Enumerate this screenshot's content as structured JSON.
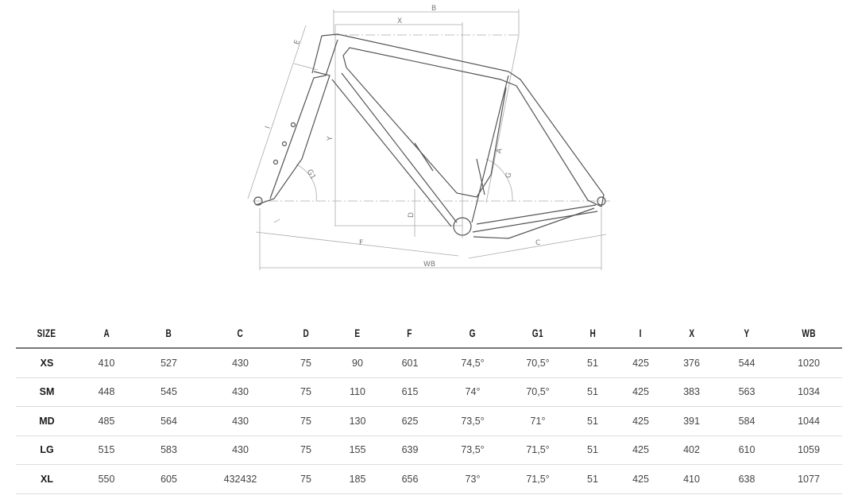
{
  "diagram": {
    "labels": {
      "B": "B",
      "X": "X",
      "E": "E",
      "I": "I",
      "Y": "Y",
      "G1": "G1",
      "G": "G",
      "A": "A",
      "D": "D",
      "F": "F",
      "C": "C",
      "WB": "WB"
    }
  },
  "table": {
    "columns": [
      "SIZE",
      "A",
      "B",
      "C",
      "D",
      "E",
      "F",
      "G",
      "G1",
      "H",
      "I",
      "X",
      "Y",
      "WB"
    ],
    "rows": [
      [
        "XS",
        "410",
        "527",
        "430",
        "75",
        "90",
        "601",
        "74,5°",
        "70,5°",
        "51",
        "425",
        "376",
        "544",
        "1020"
      ],
      [
        "SM",
        "448",
        "545",
        "430",
        "75",
        "110",
        "615",
        "74°",
        "70,5°",
        "51",
        "425",
        "383",
        "563",
        "1034"
      ],
      [
        "MD",
        "485",
        "564",
        "430",
        "75",
        "130",
        "625",
        "73,5°",
        "71°",
        "51",
        "425",
        "391",
        "584",
        "1044"
      ],
      [
        "LG",
        "515",
        "583",
        "430",
        "75",
        "155",
        "639",
        "73,5°",
        "71,5°",
        "51",
        "425",
        "402",
        "610",
        "1059"
      ],
      [
        "XL",
        "550",
        "605",
        "432432",
        "75",
        "185",
        "656",
        "73°",
        "71,5°",
        "51",
        "425",
        "410",
        "638",
        "1077"
      ]
    ]
  }
}
